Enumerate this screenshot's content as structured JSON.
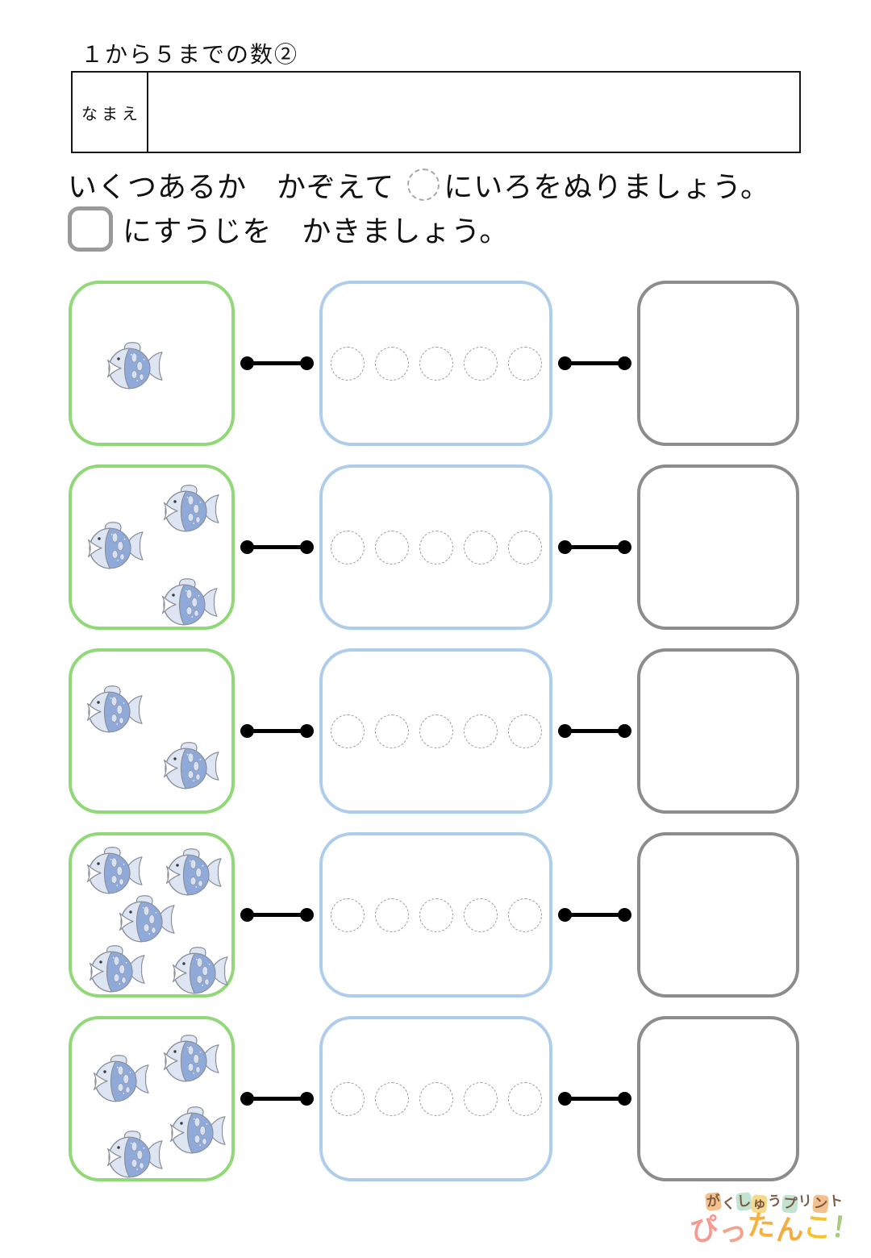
{
  "header": {
    "title": "１から５までの数②",
    "name_label": "なまえ"
  },
  "instructions": {
    "line1_before": "いくつあるか　かぞえて ",
    "line1_after": "にいろをぬりましょう。",
    "line2_after": "にすうじを　かきましょう。"
  },
  "colors": {
    "fish_box_border": "#90d878",
    "circle_box_border": "#aecdec",
    "number_box_border": "#8c8c8c",
    "connector": "#000000",
    "fish_body": "#8fa9d9",
    "fish_light": "#dde4f2",
    "fish_outline": "#8a8f99",
    "dashed_circle": "#999999"
  },
  "rows": [
    {
      "fish_count": 1,
      "circle_count": 5,
      "fish_positions": [
        [
          40,
          71
        ]
      ]
    },
    {
      "fish_count": 3,
      "circle_count": 5,
      "fish_positions": [
        [
          110,
          20
        ],
        [
          16,
          66
        ],
        [
          108,
          136
        ]
      ]
    },
    {
      "fish_count": 2,
      "circle_count": 5,
      "fish_positions": [
        [
          15,
          41
        ],
        [
          110,
          111
        ]
      ]
    },
    {
      "fish_count": 5,
      "circle_count": 5,
      "fish_positions": [
        [
          15,
          13
        ],
        [
          113,
          15
        ],
        [
          55,
          73
        ],
        [
          18,
          135
        ],
        [
          121,
          137
        ]
      ]
    },
    {
      "fish_count": 4,
      "circle_count": 5,
      "fish_positions": [
        [
          110,
          18
        ],
        [
          23,
          43
        ],
        [
          118,
          107
        ],
        [
          40,
          137
        ]
      ]
    }
  ],
  "logo": {
    "line1": [
      {
        "char": "が",
        "color": "#7d5b43",
        "bg": "#f6c28b"
      },
      {
        "char": "く",
        "color": "#7d5b43",
        "bg": ""
      },
      {
        "char": "し",
        "color": "#7d5b43",
        "bg": "#c2e2d2"
      },
      {
        "char": "ゅ",
        "color": "#7d5b43",
        "bg": "#f7d98c"
      },
      {
        "char": "う",
        "color": "#7d5b43",
        "bg": ""
      },
      {
        "char": "プ",
        "color": "#7d5b43",
        "bg": "#c2e2d2"
      },
      {
        "char": "リ",
        "color": "#7d5b43",
        "bg": ""
      },
      {
        "char": "ン",
        "color": "#7d5b43",
        "bg": "#f2c18e"
      },
      {
        "char": "ト",
        "color": "#7d5b43",
        "bg": ""
      }
    ],
    "line2": [
      {
        "char": "ぴ",
        "color": "#f49a90"
      },
      {
        "char": "っ",
        "color": "#f4a28c"
      },
      {
        "char": "た",
        "color": "#f6b03e"
      },
      {
        "char": "ん",
        "color": "#f5ac3c"
      },
      {
        "char": "こ",
        "color": "#f2c42c"
      },
      {
        "char": "！",
        "color": "#a5cc7e"
      }
    ]
  }
}
